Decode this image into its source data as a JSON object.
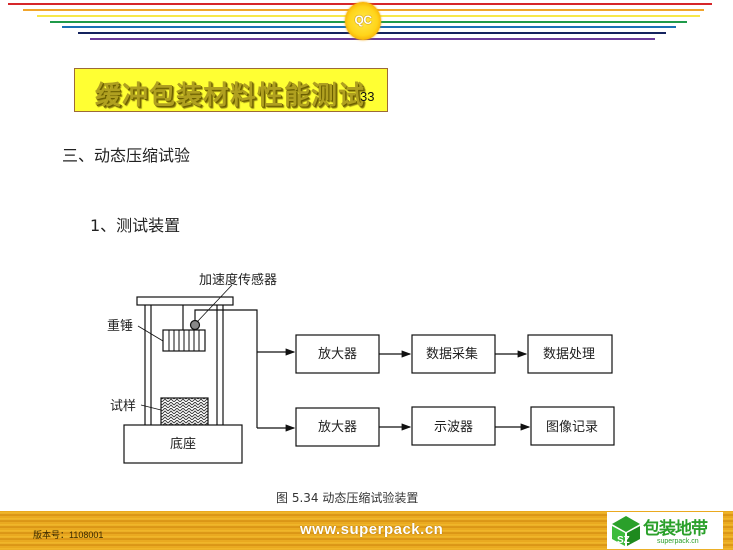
{
  "header": {
    "logo_text": "QC",
    "rainbow_colors": [
      "#d6262a",
      "#f1a52b",
      "#f7e84a",
      "#1f9a4a",
      "#1a6fb5",
      "#14235e",
      "#6a3b9a"
    ]
  },
  "title": {
    "text": "缓冲包装材料性能测试",
    "page_number": "33"
  },
  "content": {
    "section_heading": "三、动态压缩试验",
    "subsection_heading": "1、测试装置"
  },
  "diagram": {
    "labels": {
      "sensor": "加速度传感器",
      "hammer": "重锤",
      "sample": "试样",
      "base": "底座"
    },
    "top_chain": [
      "放大器",
      "数据采集",
      "数据处理"
    ],
    "bottom_chain": [
      "放大器",
      "示波器",
      "图像记录"
    ],
    "caption": "图 5.34  动态压缩试验装置"
  },
  "footer": {
    "version": "版本号：1108001",
    "url": "www.superpack.cn",
    "brand_name": "包装地带",
    "brand_url": "superpack.cn"
  }
}
